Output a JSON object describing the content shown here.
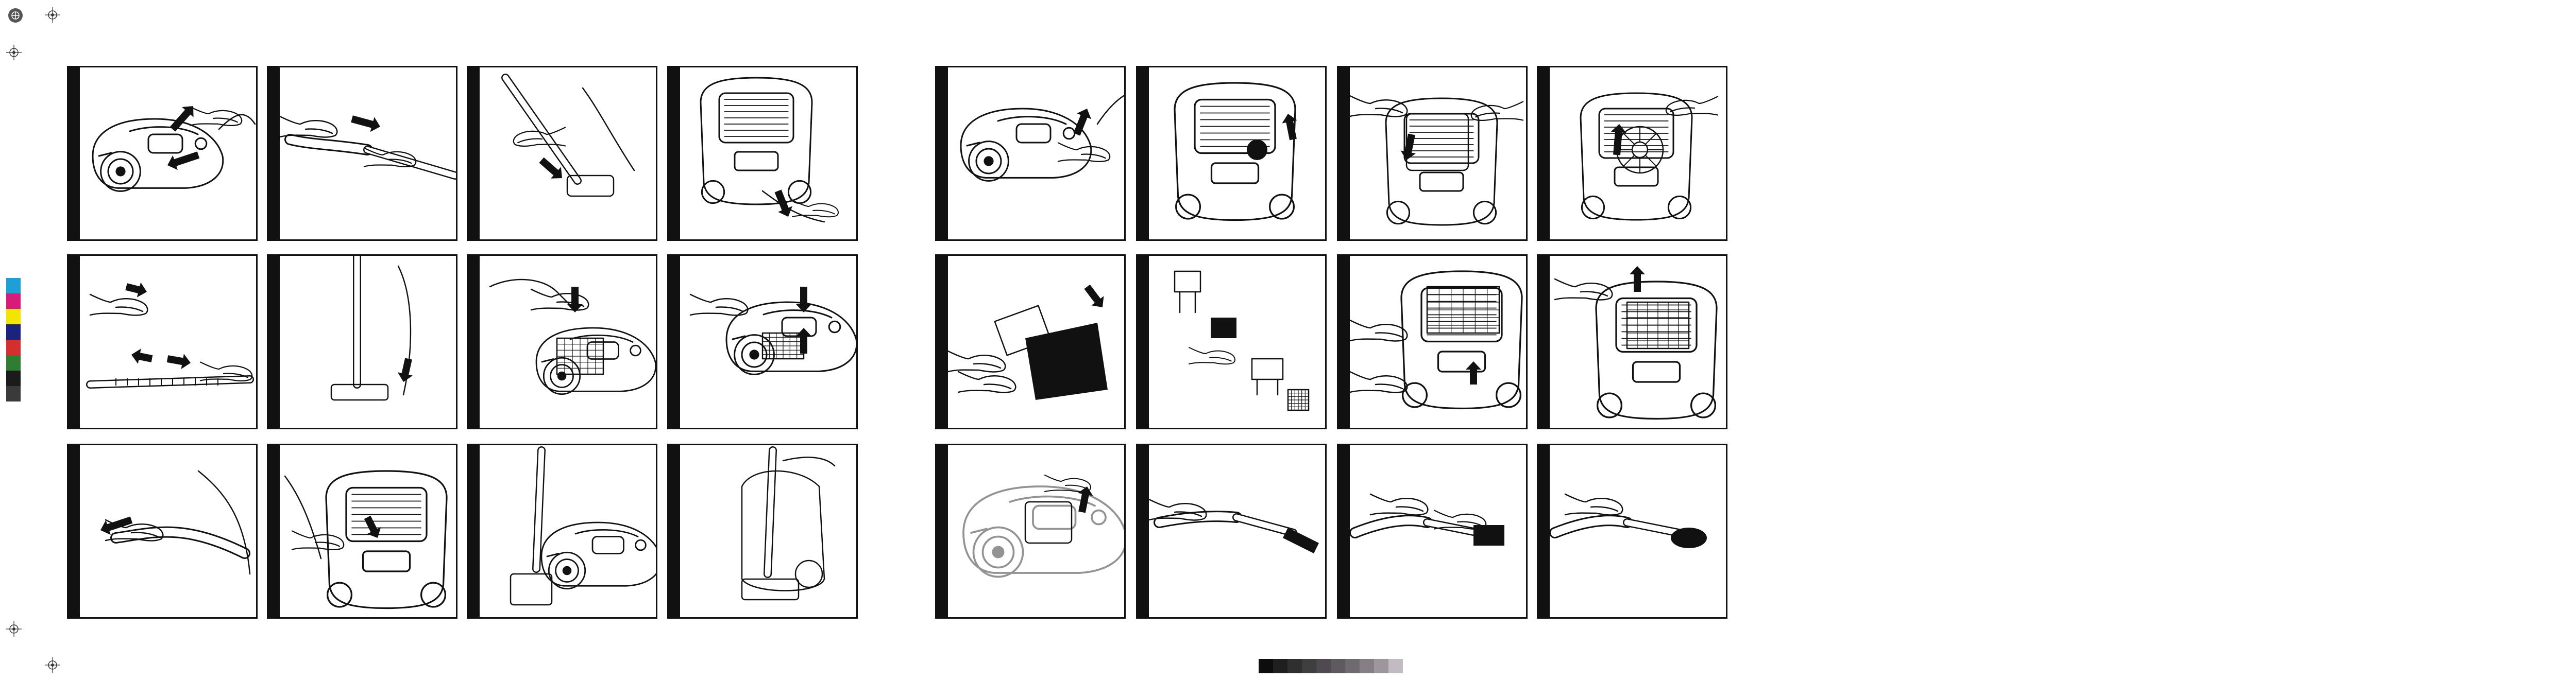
{
  "document": {
    "type": "instruction-illustration-sheet",
    "columns_per_half": 4,
    "rows": 3
  },
  "panels": [
    {
      "id": "L-r1c1",
      "scene": "vacuum-lid-open"
    },
    {
      "id": "L-r1c2",
      "scene": "hose-attach"
    },
    {
      "id": "L-r1c3",
      "scene": "nozzle-attach"
    },
    {
      "id": "L-r1c4",
      "scene": "cord-pull"
    },
    {
      "id": "L-r2c1",
      "scene": "tube-adjust"
    },
    {
      "id": "L-r2c2",
      "scene": "floor-nozzle-press"
    },
    {
      "id": "L-r2c3",
      "scene": "cord-rewind-pedal"
    },
    {
      "id": "L-r2c4",
      "scene": "power-dial"
    },
    {
      "id": "L-r3c1",
      "scene": "hose-release"
    },
    {
      "id": "L-r3c2",
      "scene": "vacuum-top-view"
    },
    {
      "id": "L-r3c3",
      "scene": "tube-park"
    },
    {
      "id": "L-r3c4",
      "scene": "upright-storage"
    },
    {
      "id": "R-r1c1",
      "scene": "cover-release"
    },
    {
      "id": "R-r1c2",
      "scene": "dust-bag-remove"
    },
    {
      "id": "R-r1c3",
      "scene": "dust-bag-insert"
    },
    {
      "id": "R-r1c4",
      "scene": "filter-holder"
    },
    {
      "id": "R-r2c1",
      "scene": "bag-card-fold"
    },
    {
      "id": "R-r2c2",
      "scene": "filter-parts"
    },
    {
      "id": "R-r2c3",
      "scene": "exhaust-filter-open"
    },
    {
      "id": "R-r2c4",
      "scene": "exhaust-filter-remove"
    },
    {
      "id": "R-r3c1",
      "scene": "motor-filter-lift"
    },
    {
      "id": "R-r3c2",
      "scene": "crevice-tool"
    },
    {
      "id": "R-r3c3",
      "scene": "upholstery-tool"
    },
    {
      "id": "R-r3c4",
      "scene": "dusting-brush"
    }
  ],
  "print_marks": {
    "color_bar": [
      "#1e9fd6",
      "#d81b7a",
      "#f2e600",
      "#1a237e",
      "#d32f2f",
      "#2e7d32",
      "#1b1b1b",
      "#3a3a3a"
    ],
    "gray_scale": [
      "#0d0d0d",
      "#1f1f1f",
      "#2f2f2f",
      "#3f3f3f",
      "#4f4a4f",
      "#5f5a5f",
      "#6f6a6f",
      "#857f85",
      "#9d979d",
      "#c2bcc2"
    ]
  }
}
